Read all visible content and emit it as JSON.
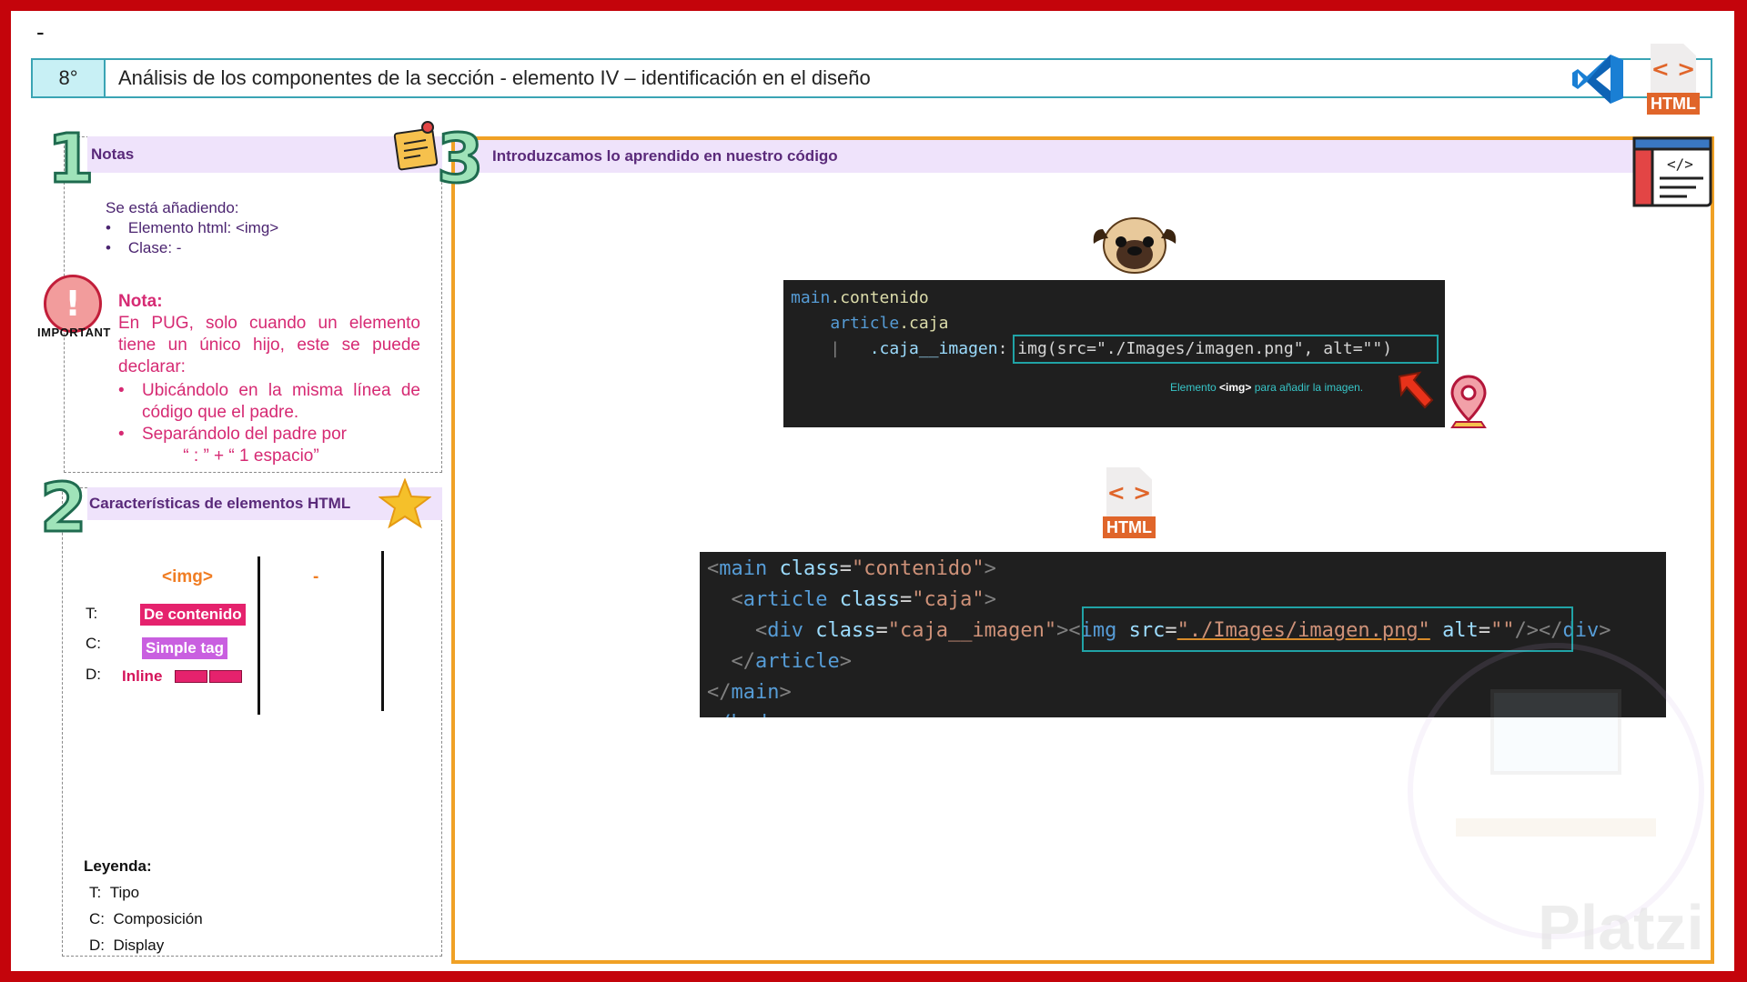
{
  "top_dash": "-",
  "header": {
    "number": "8°",
    "title": "Análisis de los componentes de la sección   - elemento IV – identificación en el diseño"
  },
  "icons": {
    "vscode": "vscode-icon",
    "html": "html-file-icon"
  },
  "html_tag": "HTML",
  "section1": {
    "num": "1",
    "title": "Notas",
    "intro": "Se está añadiendo:",
    "bullets": [
      "Elemento html: <img>",
      "Clase: -"
    ],
    "important_label": "IMPORTANT",
    "nota_title": "Nota:",
    "nota_text": "En PUG, solo cuando un elemento tiene un único hijo, este se puede declarar:",
    "nota_bullets": [
      "Ubicándolo en la misma línea de código que el padre.",
      "Separándolo del padre por"
    ],
    "nota_spacing": "“ : ” + “ 1 espacio”"
  },
  "section2": {
    "num": "2",
    "title": "Características de elementos HTML",
    "col1": "<img>",
    "col2": "-",
    "rows": [
      {
        "key": "T:",
        "value": "De contenido",
        "color": "#e5226d"
      },
      {
        "key": "C:",
        "value": "Simple tag",
        "color": "#c95fe0"
      },
      {
        "key": "D:",
        "value": "Inline",
        "color": "#d4145a"
      }
    ],
    "legend_title": "Leyenda:",
    "legend": [
      {
        "key": "T:",
        "label": "Tipo"
      },
      {
        "key": "C:",
        "label": "Composición"
      },
      {
        "key": "D:",
        "label": "Display"
      }
    ]
  },
  "section3": {
    "num": "3",
    "title": "Introduzcamos lo aprendido en nuestro código",
    "pug_code": {
      "line1_a": "main",
      "line1_b": ".contenido",
      "line2_a": "article",
      "line2_b": ".caja",
      "line3_a": ".caja__imagen",
      "line3_b": ": img(src=\"./Images/imagen.png\", alt=\"\")",
      "note_prefix": "Elemento ",
      "note_bold": "<img>",
      "note_suffix": " para añadir la imagen."
    },
    "html_code": {
      "l1": "<main class=\"contenido\">",
      "l2": "  <article class=\"caja\">",
      "l3_a": "    <div class=\"caja__imagen\">",
      "l3_b": "<img src=\"./Images/imagen.png\" alt=\"\"/>",
      "l3_c": "</div>",
      "l4": "  </article>",
      "l5": "</main>",
      "l6": "</body>"
    }
  },
  "watermark": "Platzi"
}
